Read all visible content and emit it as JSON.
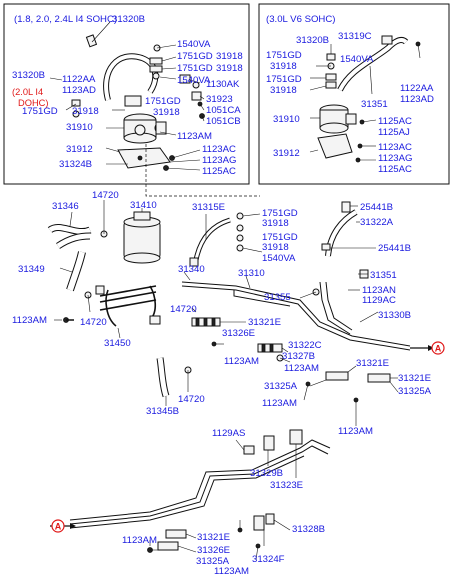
{
  "panels": {
    "left_header": "(1.8, 2.0, 2.4L I4 SOHC)",
    "left_variant": [
      "(2.0L I4",
      "DOHC)"
    ],
    "right_header": "(3.0L V6 SOHC)"
  },
  "labels": {
    "l_31320B_top": "31320B",
    "l_1540VA": "1540VA",
    "l_1751GD_a": "1751GD",
    "l_31918_a": "31918",
    "l_1751GD_b": "1751GD",
    "l_31918_b": "31918",
    "l_1540VA_b": "1540VA",
    "l_1130AK": "1130AK",
    "l_31320B_left": "31320B",
    "l_1122AA": "1122AA",
    "l_1123AD": "1123AD",
    "l_1751GD_c": "1751GD",
    "l_31923": "31923",
    "l_1751GD_d": "1751GD",
    "l_31918_c": "31918",
    "l_31918_d": "31918",
    "l_1051CA": "1051CA",
    "l_1051CB": "1051CB",
    "l_31910_l": "31910",
    "l_1123AM_l": "1123AM",
    "l_31912_l": "31912",
    "l_1123AC_l": "1123AC",
    "l_1123AG_l": "1123AG",
    "l_31324B": "31324B",
    "l_1125AC_l": "1125AC",
    "r_31320B": "31320B",
    "r_31319C": "31319C",
    "r_1751GD": "1751GD",
    "r_1540VA": "1540VA",
    "r_31918": "31918",
    "r_1751GD_b": "1751GD",
    "r_31918_b": "31918",
    "r_1122AA": "1122AA",
    "r_1123AD": "1123AD",
    "r_31351": "31351",
    "r_31910": "31910",
    "r_1125AC": "1125AC",
    "r_1125AJ": "1125AJ",
    "r_31912": "31912",
    "r_1123AC": "1123AC",
    "r_1123AG": "1123AG",
    "r_1125AC_b": "1125AC",
    "m_14720_a": "14720",
    "m_31346": "31346",
    "m_31410": "31410",
    "m_31315E": "31315E",
    "m_1751GD": "1751GD",
    "m_31918": "31918",
    "m_1751GD_b": "1751GD",
    "m_31918_b": "31918",
    "m_1540VA": "1540VA",
    "m_25441B_a": "25441B",
    "m_31322A": "31322A",
    "m_25441B_b": "25441B",
    "m_31349": "31349",
    "m_31340": "31340",
    "m_31310": "31310",
    "m_31351": "31351",
    "m_1123AN": "1123AN",
    "m_1129AC": "1129AC",
    "m_31355": "31355",
    "m_31330B": "31330B",
    "m_1123AM_a": "1123AM",
    "m_14720_b": "14720",
    "m_31450": "31450",
    "m_14720_c": "14720",
    "m_31321E_a": "31321E",
    "m_31326E": "31326E",
    "m_31322C": "31322C",
    "m_31327B": "31327B",
    "m_1123AM_b": "1123AM",
    "m_1123AM_c": "1123AM",
    "m_31321E_b": "31321E",
    "m_31321E_c": "31321E",
    "m_31325A_a": "31325A",
    "m_31325A_b": "31325A",
    "m_1123AM_d": "1123AM",
    "m_14720_d": "14720",
    "m_31345B": "31345B",
    "m_1123AM_e": "1123AM",
    "b_1129AS": "1129AS",
    "b_31329B": "31329B",
    "b_31323E": "31323E",
    "b_1123AM_a": "1123AM",
    "b_31321E": "31321E",
    "b_31326E": "31326E",
    "b_31328B": "31328B",
    "b_31325A": "31325A",
    "b_31324F": "31324F",
    "b_1123AM_b": "1123AM"
  },
  "refs": {
    "ref_right": "A",
    "ref_left": "A"
  },
  "colors": {
    "label": "#1a1adf",
    "variant": "#e01818",
    "line": "#111111"
  }
}
